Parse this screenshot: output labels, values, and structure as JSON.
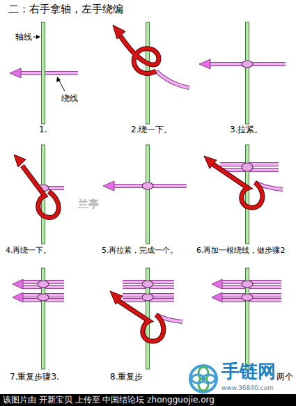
{
  "diagram": {
    "title": "二：右手拿轴，左手绕编",
    "labels": [
      "轴线",
      "绕线",
      "1.",
      "2.绕一下。",
      "3.拉紧。",
      "4.再绕一下。",
      "5.再拉紧，完成一个。",
      "6.再加一根绕线，做步骤2",
      "7.重复步骤3.",
      "8.重复步",
      "两个",
      "兰亭",
      "手链网",
      "www.36840.com",
      "该图片由 开新宝贝 上传至 中国结论坛 zhongguojie.org"
    ]
  }
}
